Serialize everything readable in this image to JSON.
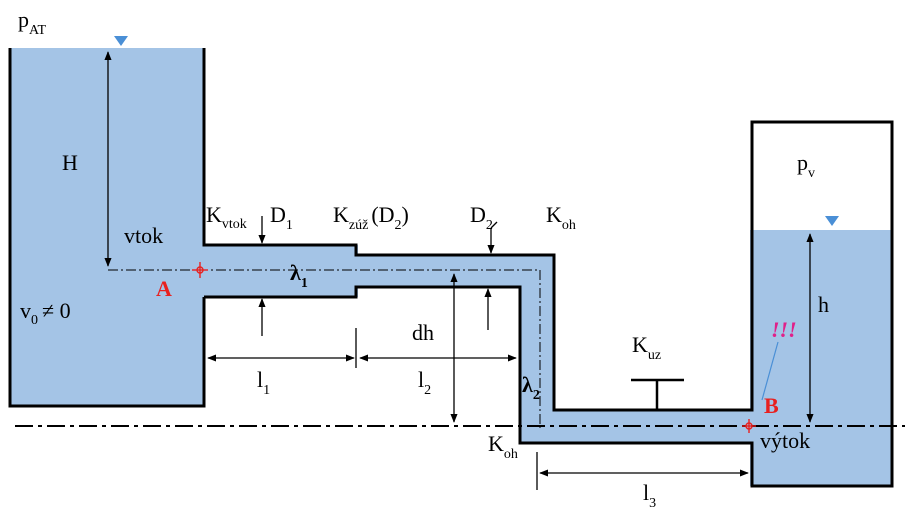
{
  "colors": {
    "water": "#a4c4e6",
    "wall": "#000000",
    "axis": "#000000",
    "surface_marker": "#4a8fd6",
    "point_label": "#e8201f",
    "warning": "#e0208a"
  },
  "labels": {
    "p_at_main": "p",
    "p_at_sub": "AT",
    "H": "H",
    "vtok": "vtok",
    "v0_main": "v",
    "v0_sub": "0",
    "v0_rest": "≠ 0",
    "A": "A",
    "k_vtok_main": "K",
    "k_vtok_sub": "vtok",
    "d1_main": "D",
    "d1_sub": "1",
    "k_zuz_main": "K",
    "k_zuz_sub": "zúž",
    "k_zuz_rest": "(D",
    "k_zuz_rest_sub": "2",
    "k_zuz_rest_close": ")",
    "d2_main": "D",
    "d2_sub": "2",
    "k_oh_top_main": "K",
    "k_oh_top_sub": "oh",
    "lambda1_main": "λ",
    "lambda1_sub": "1",
    "lambda2_main": "λ",
    "lambda2_sub": "2",
    "dh": "dh",
    "l1_main": "l",
    "l1_sub": "1",
    "l2_main": "l",
    "l2_sub": "2",
    "l3_main": "l",
    "l3_sub": "3",
    "k_oh_bottom_main": "K",
    "k_oh_bottom_sub": "oh",
    "k_uz_main": "K",
    "k_uz_sub": "uz",
    "p_v_main": "p",
    "p_v_sub": "v",
    "h": "h",
    "B": "B",
    "warning": "!!!",
    "vytok": "výtok"
  }
}
